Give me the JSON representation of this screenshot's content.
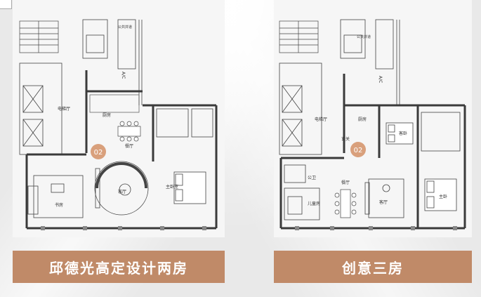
{
  "left_plan": {
    "public_shaft": "公共井道",
    "elevator_hall": "电梯厅",
    "kitchen": "厨房",
    "dining": "餐厅",
    "living": "客厅",
    "master_bedroom": "主卧室",
    "study": "书房",
    "ac_label": "A/C",
    "unit_number": "02",
    "caption": "邱德光高定设计两房"
  },
  "right_plan": {
    "public_shaft": "公共井道",
    "elevator_hall": "电梯厅",
    "kitchen": "厨房",
    "entrance": "玄关",
    "bedroom": "客卧",
    "dining": "餐厅",
    "living": "客厅",
    "master_bedroom": "主卧",
    "public_bath": "公卫",
    "kids_room": "儿童房",
    "ac_label": "A/C",
    "unit_number": "02",
    "caption": "创意三房"
  },
  "colors": {
    "banner": "#c08a68",
    "unit_badge": "#d9a07c",
    "wall": "#3a3a3a"
  }
}
